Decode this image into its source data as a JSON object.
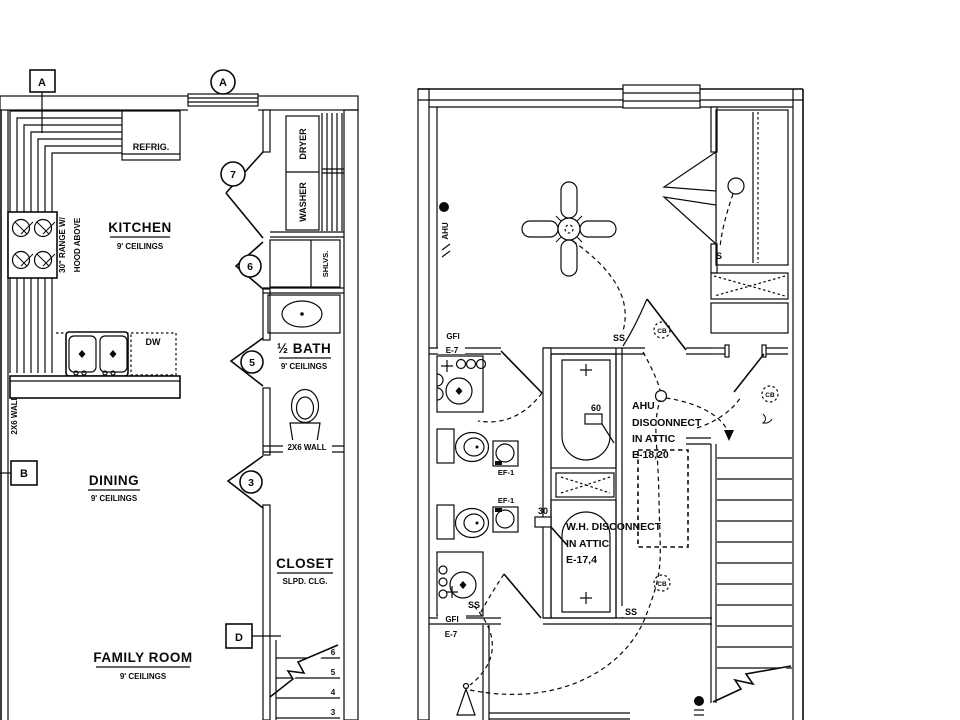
{
  "left": {
    "marker_a_sq": "A",
    "marker_a_circ": "A",
    "marker_b": "B",
    "marker_d": "D",
    "refrig": "REFRIG.",
    "range_l1": "30\" RANGE W/",
    "range_l2": "HOOD ABOVE",
    "kitchen": "KITCHEN",
    "kitchen_clg": "9' CEILINGS",
    "dw": "DW",
    "dryer": "DRYER",
    "washer": "WASHER",
    "shlvs": "SHLVS.",
    "half_bath": "½ BATH",
    "half_bath_clg": "9' CEILINGS",
    "wall_2x6_v": "2X6 WALL",
    "wall_2x6_h": "2X6 WALL",
    "dining": "DINING",
    "dining_clg": "9' CEILINGS",
    "closet": "CLOSET",
    "closet_clg": "SLPD. CLG.",
    "family": "FAMILY ROOM",
    "family_clg": "9' CEILINGS",
    "door7": "7",
    "door6": "6",
    "door5": "5",
    "door3": "3",
    "stair6": "6",
    "stair5": "5",
    "stair4": "4",
    "stair3": "3"
  },
  "right": {
    "ahu_tag": "AHU",
    "gfi_top": "GFI",
    "e7_top": "E-7",
    "ef1_top": "EF-1",
    "heat_60": "60",
    "ss_top": "SS",
    "cb_hall": "CB",
    "cb_closet": "CB",
    "cb_lower": "CB",
    "s_closet": "S",
    "ahu_note": {
      "l1": "AHU",
      "l2": "DISCONNECT",
      "l3": "IN ATTIC",
      "l4": "E-18,20"
    },
    "wh_note": {
      "l1": "W.H. DISCONNECT",
      "l2": "IN ATTIC",
      "l3": "E-17,4"
    },
    "heat_30": "30",
    "ef1_bot": "EF-1",
    "ss_bot": "SS",
    "ss_hall": "SS",
    "gfi_bot": "GFI",
    "e7_bot": "E-7"
  }
}
